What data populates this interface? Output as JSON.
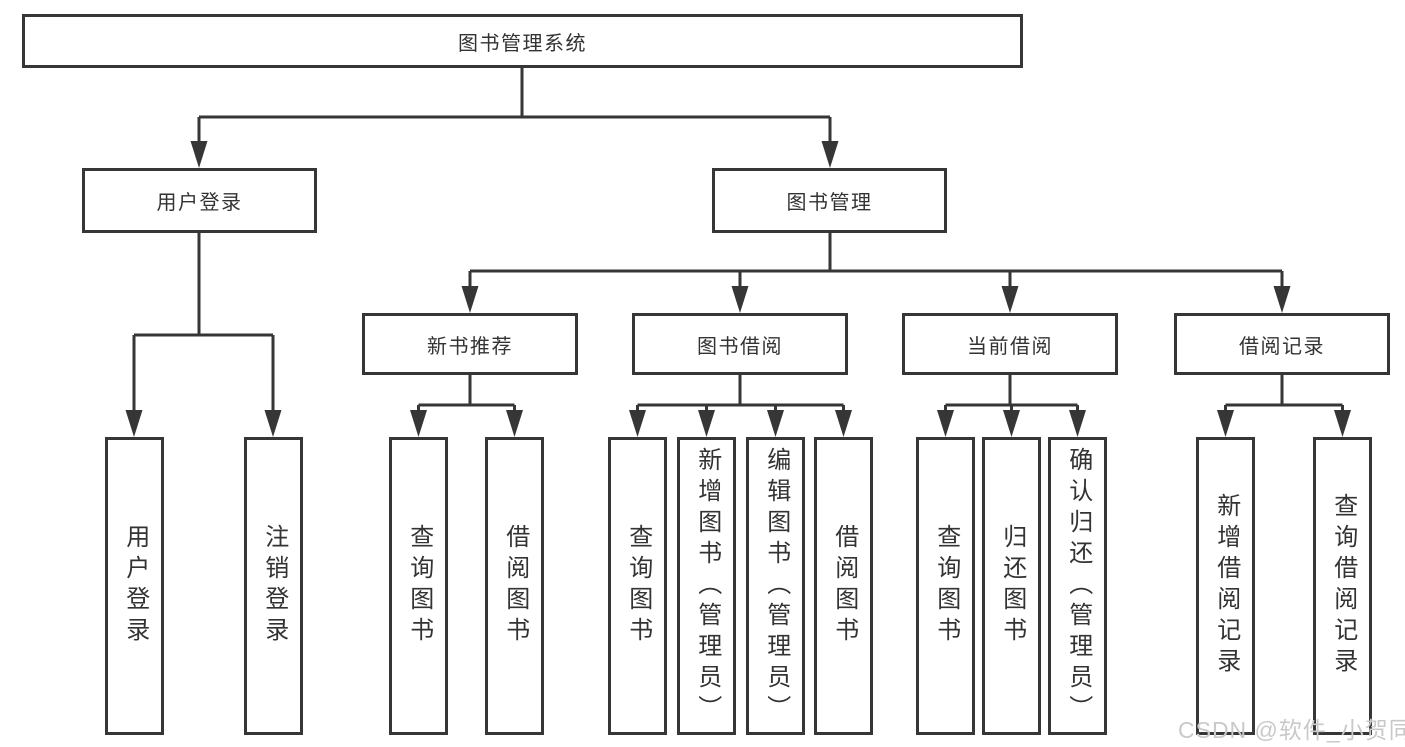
{
  "tree": {
    "root": {
      "label": "图书管理系统"
    },
    "branches": [
      {
        "label": "用户登录",
        "children": [
          {
            "label": "用户登录"
          },
          {
            "label": "注销登录"
          }
        ]
      },
      {
        "label": "图书管理",
        "children": [
          {
            "label": "新书推荐",
            "children": [
              {
                "label": "查询图书"
              },
              {
                "label": "借阅图书"
              }
            ]
          },
          {
            "label": "图书借阅",
            "children": [
              {
                "label": "查询图书"
              },
              {
                "label": "新增图书（管理员）"
              },
              {
                "label": "编辑图书（管理员）"
              },
              {
                "label": "借阅图书"
              }
            ]
          },
          {
            "label": "当前借阅",
            "children": [
              {
                "label": "查询图书"
              },
              {
                "label": "归还图书"
              },
              {
                "label": "确认归还（管理员）"
              }
            ]
          },
          {
            "label": "借阅记录",
            "children": [
              {
                "label": "新增借阅记录"
              },
              {
                "label": "查询借阅记录"
              }
            ]
          }
        ]
      }
    ]
  },
  "watermark": "CSDN @软件_小贺同学",
  "colors": {
    "line": "#363636",
    "text": "#333333",
    "background": "#ffffff",
    "watermark": "#c9c9c9"
  }
}
